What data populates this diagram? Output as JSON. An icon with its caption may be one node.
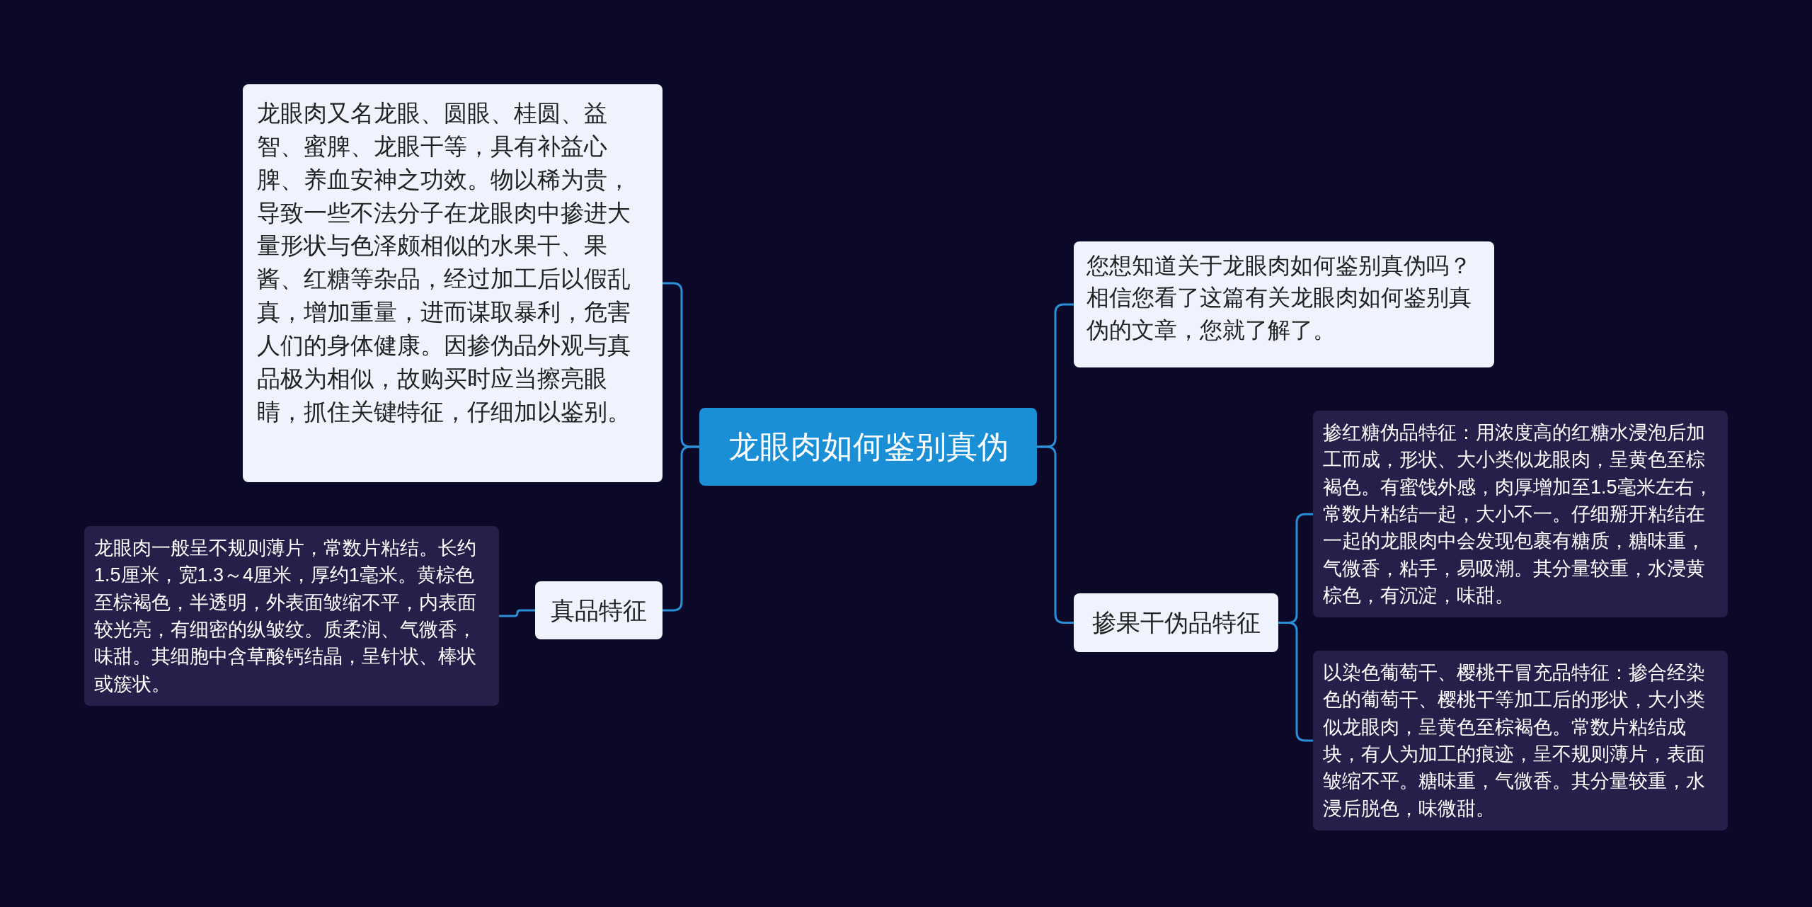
{
  "diagram": {
    "nodes": [
      {
        "text": [
          "龙眼肉如何鉴别真伪"
        ]
      },
      {
        "text": [
          "龙眼肉又名龙眼、圆眼、桂圆、益智、蜜脾、龙眼干等，具有补益心脾、养血安神之功效。物以稀为贵，导致一些不法分子在龙眼肉中掺进大量形状与色泽颇相似的水果干、果酱、红糖等杂品，经过加工后以假乱真，增加重量，进而谋取暴利，危害人们的身体健康。因掺伪品外观与真品极为相似，故购买时应当擦亮眼睛，抓住关键特征，仔细加以鉴别。"
        ]
      },
      {
        "text": [
          "真品特征"
        ]
      },
      {
        "text": [
          "龙眼肉一般呈不规则薄片，常数片粘结。长约1.5厘米，宽1.3～4厘米，厚约1毫米。黄棕色至棕褐色，半透明，外表面皱缩不平，内表面较光亮，有细密的纵皱纹。质柔润、气微香，味甜。其细胞中含草酸钙结晶，呈针状、棒状或簇状。"
        ]
      },
      {
        "text": [
          "您想知道关于龙眼肉如何鉴别真伪吗？相信您看了这篇有关龙眼肉如何鉴别真伪的文章，您就了解了。"
        ]
      },
      {
        "text": [
          "掺果干伪品特征"
        ]
      },
      {
        "text": [
          "掺红糖伪品特征：用浓度高的红糖水浸泡后加工而成，形状、大小类似龙眼肉，呈黄色至棕褐色。有蜜饯外感，肉厚增加至1.5毫米左右，常数片粘结一起，大小不一。仔细掰开粘结在一起的龙眼肉中会发现包裹有糖质，糖味重，气微香，粘手，易吸潮。其分量较重，水浸黄棕色，有沉淀，味甜。"
        ]
      },
      {
        "text": [
          "以染色葡萄干、樱桃干冒充品特征：掺合经染色的葡萄干、樱桃干等加工后的形状，大小类似龙眼肉，呈黄色至棕褐色。常数片粘结成块，有人为加工的痕迹，呈不规则薄片，表面皱缩不平。糖味重，气微香。其分量较重，水浸后脱色，味微甜。"
        ]
      }
    ],
    "edges": [
      {
        "from": 0,
        "to": 1,
        "arrow": "none"
      },
      {
        "from": 0,
        "to": 2,
        "arrow": "none"
      },
      {
        "from": 2,
        "to": 3,
        "arrow": "none"
      },
      {
        "from": 0,
        "to": 4,
        "arrow": "none"
      },
      {
        "from": 0,
        "to": 5,
        "arrow": "none"
      },
      {
        "from": 5,
        "to": 6,
        "arrow": "none"
      },
      {
        "from": 5,
        "to": 7,
        "arrow": "none"
      }
    ]
  }
}
